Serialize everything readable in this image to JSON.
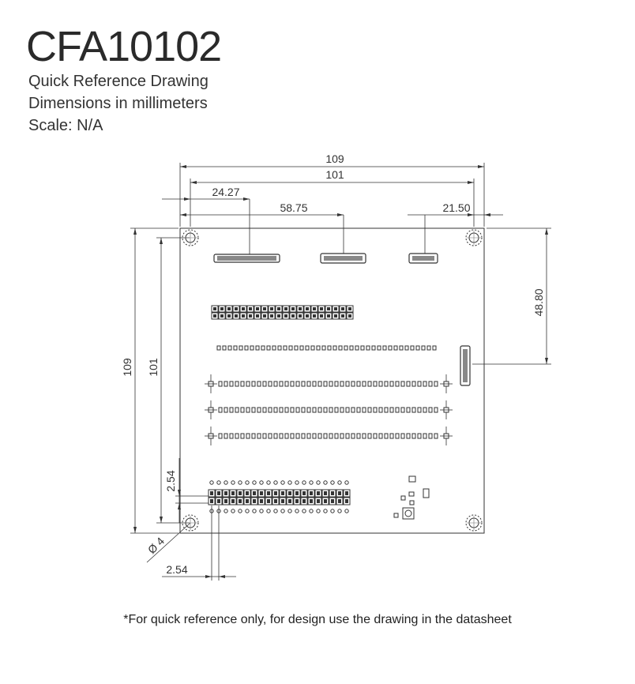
{
  "header": {
    "title": "CFA10102",
    "line1": "Quick Reference Drawing",
    "line2": "Dimensions in millimeters",
    "line3": "Scale: N/A"
  },
  "dimensions": {
    "overall_width": "109",
    "hole_spacing_width": "101",
    "connector1_offset": "24.27",
    "connector2_offset": "58.75",
    "connector3_offset": "21.50",
    "connector_side_offset": "48.80",
    "overall_height": "109",
    "hole_spacing_height": "101",
    "pin_pitch_vertical": "2.54",
    "pin_pitch_horizontal": "2.54",
    "hole_diameter": "Ø 4"
  },
  "footer": {
    "note": "*For quick reference only, for design use the drawing in the datasheet"
  }
}
